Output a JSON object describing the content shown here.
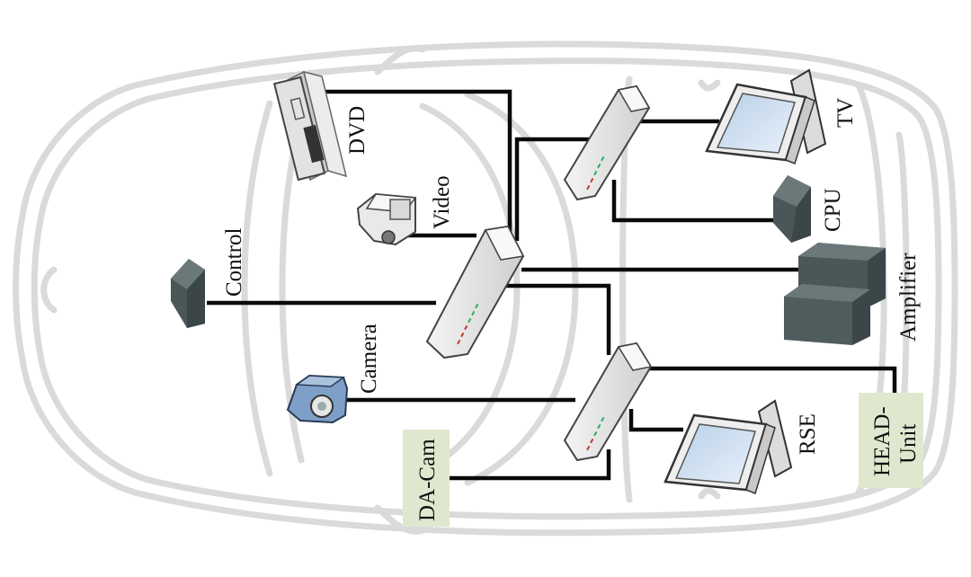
{
  "labels": {
    "dvd": "DVD",
    "video": "Video",
    "control": "Control",
    "camera": "Camera",
    "tv": "TV",
    "cpu": "CPU",
    "amplifier": "Amplifier",
    "rse": "RSE",
    "da_cam": "DA-Cam",
    "head_unit_line1": "HEAD-",
    "head_unit_line2": "Unit"
  },
  "colors": {
    "car_outline": "#d8d8d8",
    "wire": "#0a0a0a",
    "device_dark": "#4a5658",
    "label_box": "#dfe8cf"
  }
}
